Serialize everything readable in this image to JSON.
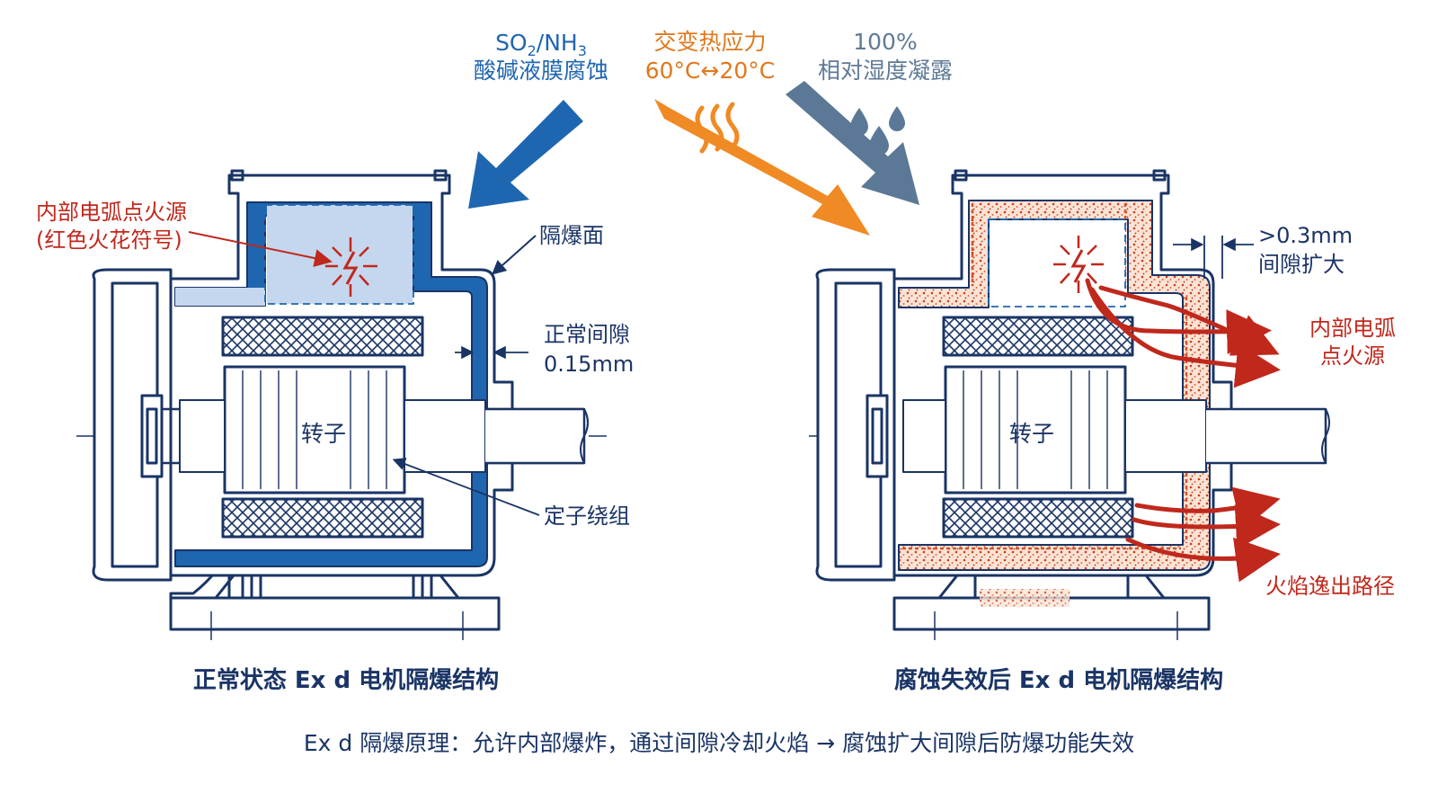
{
  "colors": {
    "navy": "#1a3465",
    "blue": "#1f66b0",
    "lightblue": "#c5d7ee",
    "orange": "#f08a24",
    "orange_text": "#e0781c",
    "slate": "#5b7896",
    "slate_text": "#5e7a96",
    "red": "#c0281c",
    "rust": "#d4542a"
  },
  "causes": {
    "acid": {
      "line1_base": "SO",
      "line1_sub1": "2",
      "line1_mid": "/NH",
      "line1_sub2": "3",
      "line2": "酸碱液膜腐蚀"
    },
    "thermal": {
      "line1": "交变热应力",
      "line2": "60°C↔20°C"
    },
    "humidity": {
      "line1": "100%",
      "line2": "相对湿度凝露"
    }
  },
  "left": {
    "ignition_label_1": "内部电弧点火源",
    "ignition_label_2": "(红色火花符号)",
    "flame_surface": "隔爆面",
    "gap_label_1": "正常间隙",
    "gap_label_2": "0.15mm",
    "rotor": "转子",
    "stator": "定子绕组",
    "title": "正常状态 Ex d 电机隔爆结构"
  },
  "right": {
    "gap_label_1": ">0.3mm",
    "gap_label_2": "间隙扩大",
    "arc_label_1": "内部电弧",
    "arc_label_2": "点火源",
    "rotor": "转子",
    "flame_path": "火焰逸出路径",
    "title": "腐蚀失效后 Ex d 电机隔爆结构"
  },
  "footer": "Ex d 隔爆原理：允许内部爆炸，通过间隙冷却火焰 → 腐蚀扩大间隙后防爆功能失效"
}
